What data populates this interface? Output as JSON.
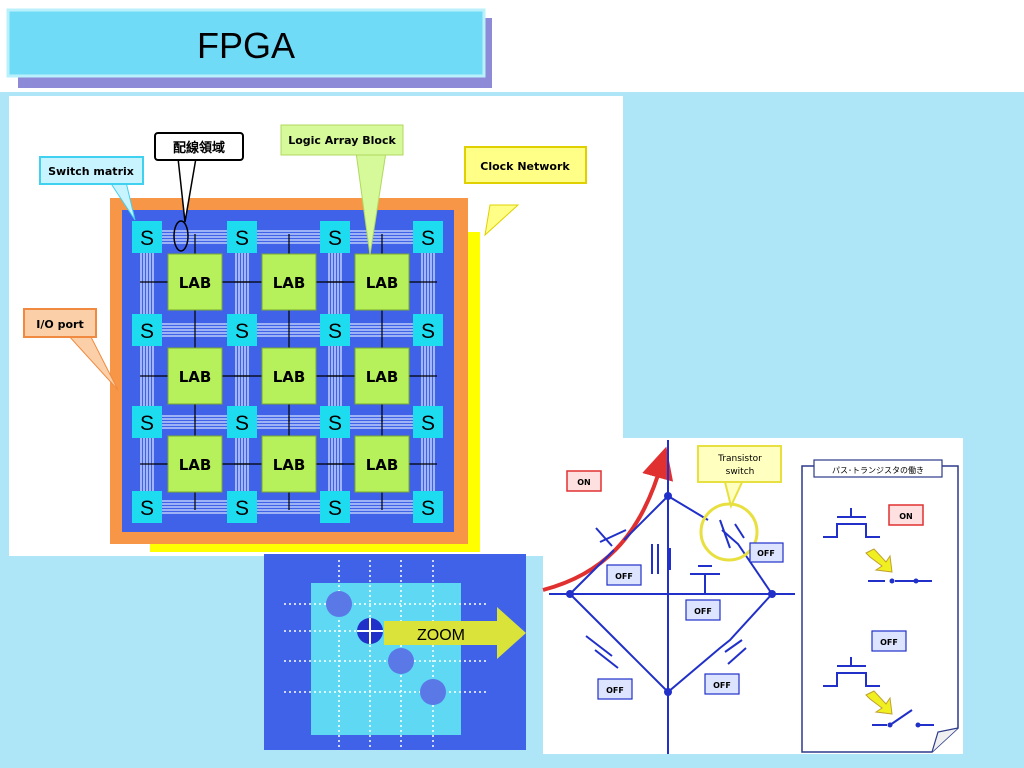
{
  "slide": {
    "title": "FPGA"
  },
  "fabric": {
    "labels": {
      "wiring_region": "配線領域",
      "logic_array_block": "Logic Array Block",
      "switch_matrix": "Switch matrix",
      "clock_network": "Clock Network",
      "io_port": "I/O port"
    },
    "switch_label": "S",
    "lab_label": "LAB"
  },
  "zoom": {
    "label": "ZOOM"
  },
  "bridge": {
    "on_badge": "ON",
    "transistor_label_1": "Transistor",
    "transistor_label_2": "switch",
    "off_badge": "OFF"
  },
  "pass_transistor": {
    "title": "パス･トランジスタの働き",
    "on_badge": "ON",
    "off_badge": "OFF"
  },
  "colors": {
    "slide_background": "#aee6f7",
    "title_box": "#6fdbf7",
    "title_shadow": "#8d8ad8",
    "fabric_blue": "#3f62e8",
    "io_orange": "#f79646",
    "clock_yellow": "#ffff00",
    "switch_cyan": "#1edcf0",
    "lab_green": "#b6f05a",
    "zoom_arrow": "#d9e33a",
    "bridge_blue": "#2030c8",
    "on_red": "#e03030"
  }
}
